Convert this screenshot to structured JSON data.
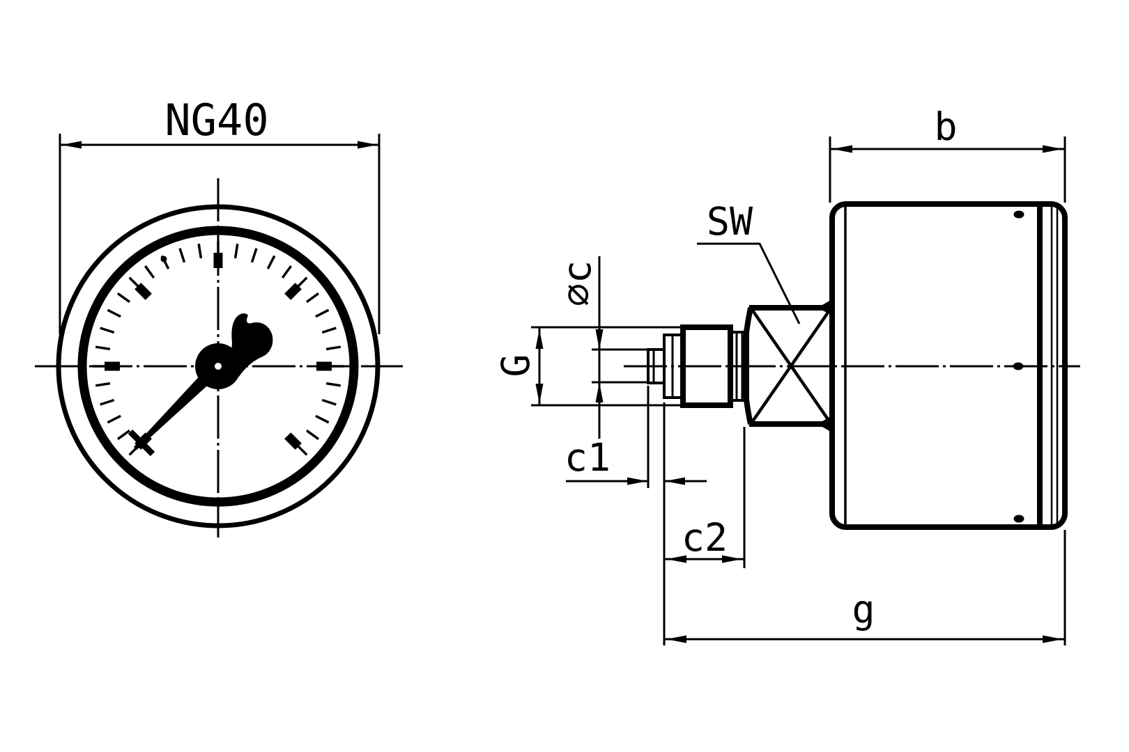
{
  "drawing": {
    "type": "technical-drawing",
    "subject": "pressure gauge, two views (front dial view and side view with threaded connection)",
    "colors": {
      "ink": "#000000",
      "paper": "#ffffff"
    },
    "front_view": {
      "dim_label": "NG40",
      "gauge": {
        "start_angle_deg": 225,
        "end_angle_deg": 495,
        "minor_step_deg": 9,
        "major_every": 5,
        "pointer_angle_deg": 225
      }
    },
    "side_view": {
      "labels": {
        "case_depth": "b",
        "wrench_size": "SW",
        "tip_diameter": "⌀c",
        "thread": "G",
        "tip_length": "c1",
        "thread_length": "c2",
        "total_length": "g"
      }
    }
  }
}
